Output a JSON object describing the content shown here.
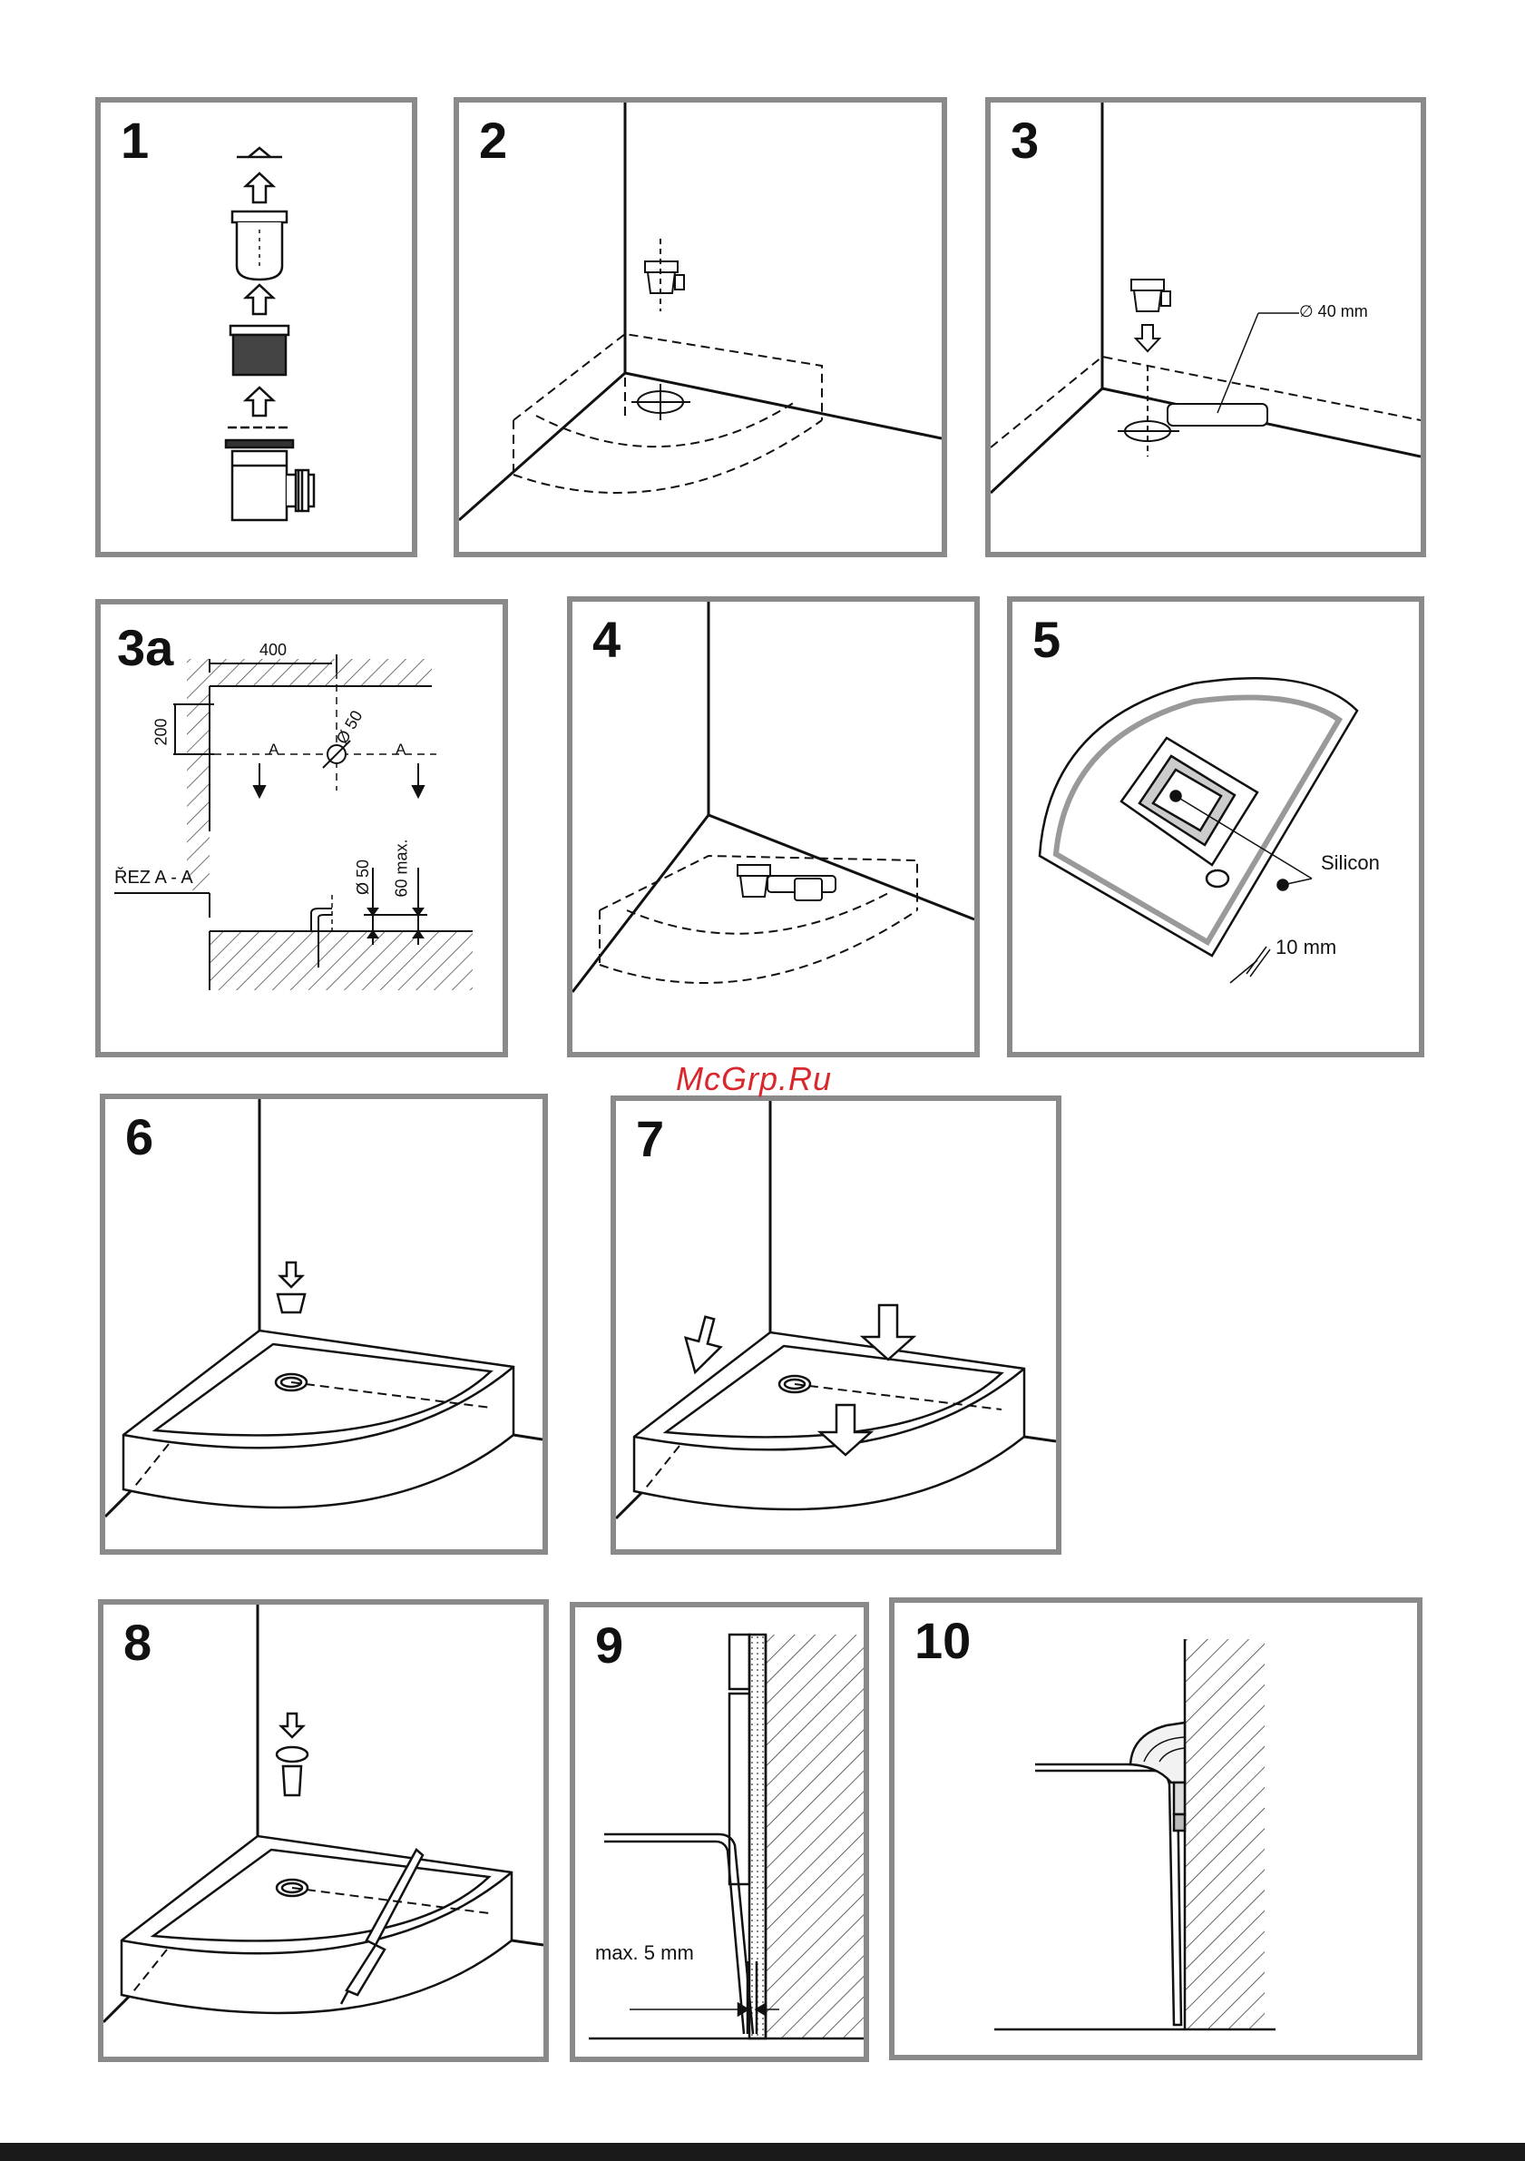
{
  "steps": [
    {
      "number": "1"
    },
    {
      "number": "2"
    },
    {
      "number": "3",
      "pipe_label": "∅ 40 mm"
    },
    {
      "number": "3a",
      "dim_400": "400",
      "dim_200": "200",
      "dim_d50": "Ø 50",
      "section_a_left": "A",
      "section_a_right": "A",
      "section_title": "ŘEZ A - A",
      "dim_d50_b": "Ø 50",
      "dim_60max": "60 max."
    },
    {
      "number": "4"
    },
    {
      "number": "5",
      "silicon_label": "Silicon",
      "gap_label": "10 mm"
    },
    {
      "number": "6"
    },
    {
      "number": "7"
    },
    {
      "number": "8"
    },
    {
      "number": "9",
      "max_label": "max. 5 mm"
    },
    {
      "number": "10"
    }
  ],
  "watermark": "McGrp.Ru",
  "colors": {
    "frame": "#8a8a8a",
    "line": "#111111",
    "watermark": "#d8272d"
  }
}
